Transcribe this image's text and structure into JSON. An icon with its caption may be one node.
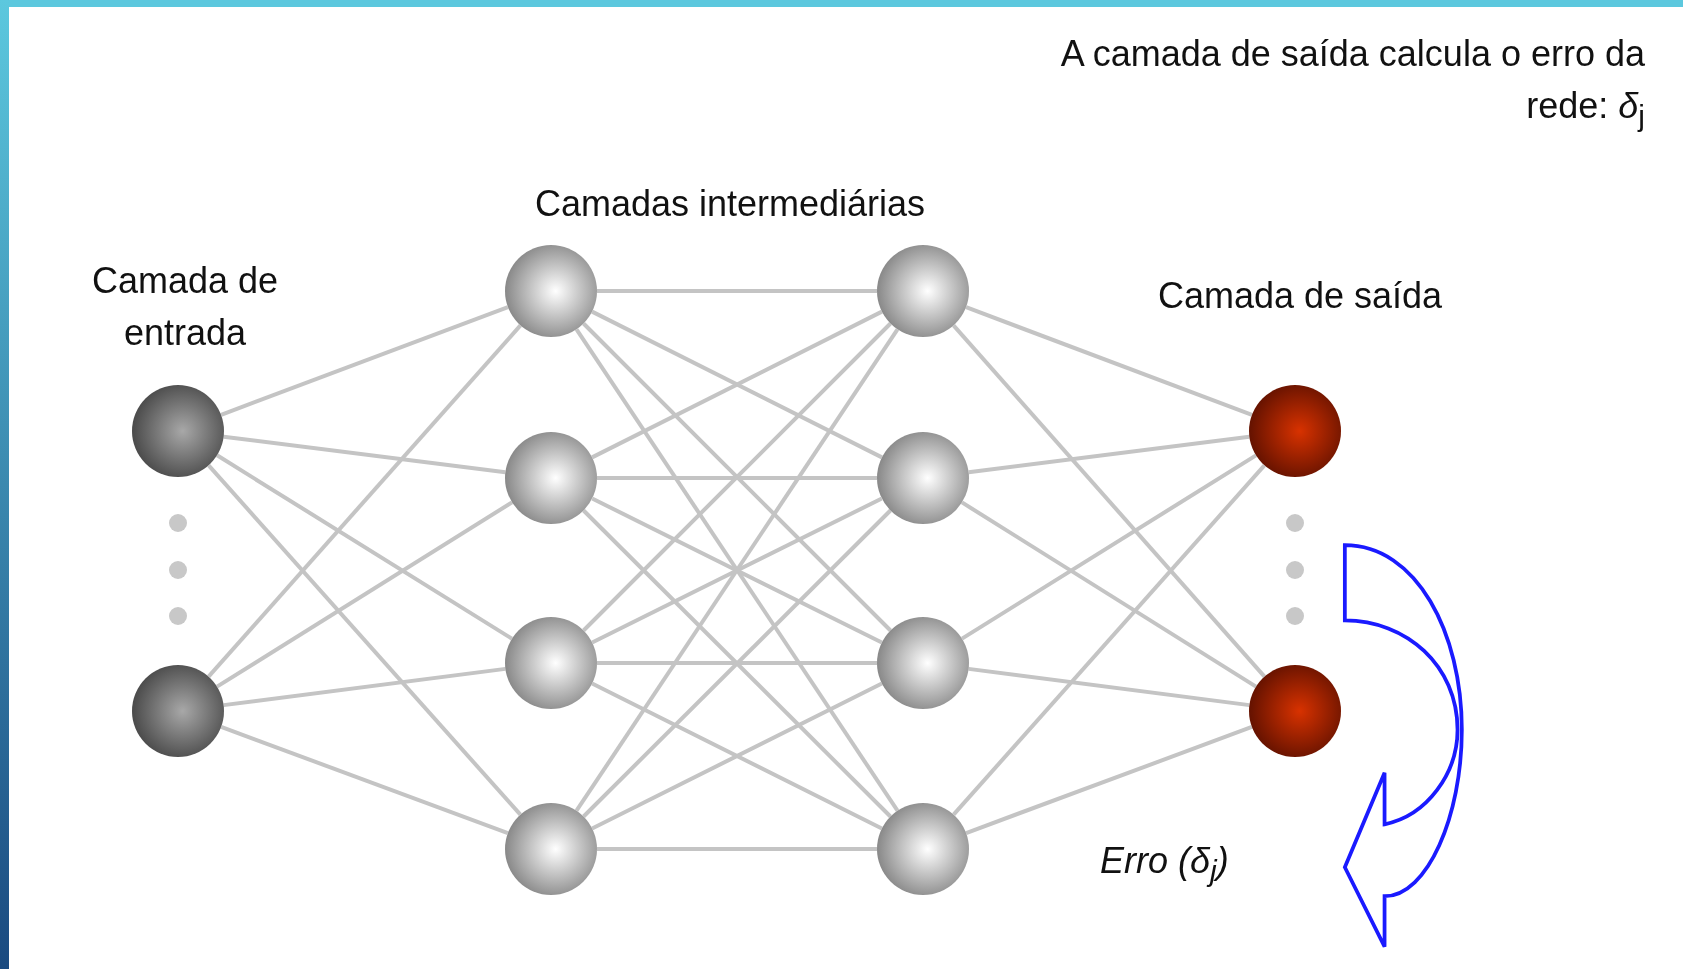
{
  "diagram": {
    "nodes": [
      {
        "text": [],
        "shape": "circle"
      },
      {
        "text": [],
        "shape": "circle"
      },
      {
        "text": [],
        "shape": "circle"
      },
      {
        "text": [],
        "shape": "circle"
      },
      {
        "text": [],
        "shape": "circle"
      },
      {
        "text": [],
        "shape": "circle"
      },
      {
        "text": [],
        "shape": "circle"
      },
      {
        "text": [],
        "shape": "circle"
      },
      {
        "text": [],
        "shape": "circle"
      },
      {
        "text": [],
        "shape": "circle"
      },
      {
        "text": [],
        "shape": "circle"
      },
      {
        "text": [],
        "shape": "circle"
      }
    ],
    "edges": [
      {
        "from": 0,
        "to": 2,
        "arrow": "none"
      },
      {
        "from": 0,
        "to": 3,
        "arrow": "none"
      },
      {
        "from": 0,
        "to": 4,
        "arrow": "none"
      },
      {
        "from": 0,
        "to": 5,
        "arrow": "none"
      },
      {
        "from": 1,
        "to": 2,
        "arrow": "none"
      },
      {
        "from": 1,
        "to": 3,
        "arrow": "none"
      },
      {
        "from": 1,
        "to": 4,
        "arrow": "none"
      },
      {
        "from": 1,
        "to": 5,
        "arrow": "none"
      },
      {
        "from": 2,
        "to": 6,
        "arrow": "none"
      },
      {
        "from": 2,
        "to": 7,
        "arrow": "none"
      },
      {
        "from": 2,
        "to": 8,
        "arrow": "none"
      },
      {
        "from": 2,
        "to": 9,
        "arrow": "none"
      },
      {
        "from": 3,
        "to": 6,
        "arrow": "none"
      },
      {
        "from": 3,
        "to": 7,
        "arrow": "none"
      },
      {
        "from": 3,
        "to": 8,
        "arrow": "none"
      },
      {
        "from": 3,
        "to": 9,
        "arrow": "none"
      },
      {
        "from": 4,
        "to": 6,
        "arrow": "none"
      },
      {
        "from": 4,
        "to": 7,
        "arrow": "none"
      },
      {
        "from": 4,
        "to": 8,
        "arrow": "none"
      },
      {
        "from": 4,
        "to": 9,
        "arrow": "none"
      },
      {
        "from": 5,
        "to": 6,
        "arrow": "none"
      },
      {
        "from": 5,
        "to": 7,
        "arrow": "none"
      },
      {
        "from": 5,
        "to": 8,
        "arrow": "none"
      },
      {
        "from": 5,
        "to": 9,
        "arrow": "none"
      },
      {
        "from": 6,
        "to": 10,
        "arrow": "none"
      },
      {
        "from": 6,
        "to": 11,
        "arrow": "none"
      },
      {
        "from": 7,
        "to": 10,
        "arrow": "none"
      },
      {
        "from": 7,
        "to": 11,
        "arrow": "none"
      },
      {
        "from": 8,
        "to": 10,
        "arrow": "none"
      },
      {
        "from": 8,
        "to": 11,
        "arrow": "none"
      },
      {
        "from": 9,
        "to": 10,
        "arrow": "none"
      },
      {
        "from": 9,
        "to": 11,
        "arrow": "none"
      }
    ],
    "labels": [
      "A camada de saída calcula o erro da rede: *δ*$_{j}$",
      "Camadas intermediárias",
      "Camada de entrada",
      "Camada de saída",
      "Erro (δ$_{j}$)"
    ]
  }
}
